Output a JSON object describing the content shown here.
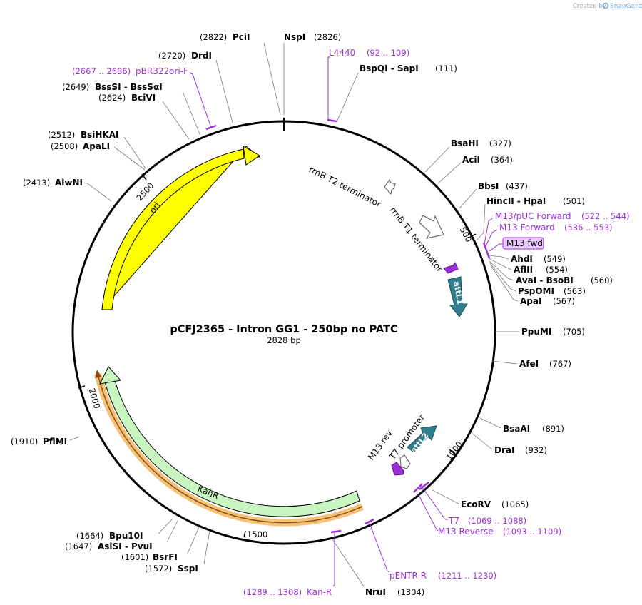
{
  "credit": {
    "prefix": "Created by",
    "brand": "SnapGene"
  },
  "plasmid": {
    "name": "pCFJ2365 - Intron GG1 - 250bp no PATC",
    "size_label": "2828 bp",
    "length": 2828
  },
  "ticks": [
    {
      "pos": 500,
      "label": "500"
    },
    {
      "pos": 1000,
      "label": "1000"
    },
    {
      "pos": 1500,
      "label": "1500"
    },
    {
      "pos": 2000,
      "label": "2000"
    },
    {
      "pos": 2500,
      "label": "2500"
    }
  ],
  "enzymes": [
    {
      "id": "pcii",
      "name": "PciI",
      "pos_label": "(2822)",
      "side": "left",
      "bp": 2822
    },
    {
      "id": "nspi",
      "name": "NspI",
      "pos_label": "(2826)",
      "side": "right",
      "bp": 2826
    },
    {
      "id": "bspqi",
      "name": "BspQI  - SapI",
      "pos_label": "(111)",
      "side": "right",
      "bp": 111
    },
    {
      "id": "bsahi",
      "name": "BsaHI",
      "pos_label": "(327)",
      "side": "right",
      "bp": 327
    },
    {
      "id": "acii",
      "name": "AciI",
      "pos_label": "(364)",
      "side": "right",
      "bp": 364
    },
    {
      "id": "bbsi",
      "name": "BbsI",
      "pos_label": "(437)",
      "side": "right",
      "bp": 437
    },
    {
      "id": "hincii",
      "name": "HincII  - HpaI",
      "pos_label": "(501)",
      "side": "right",
      "bp": 501
    },
    {
      "id": "ahdi",
      "name": "AhdI",
      "pos_label": "(549)",
      "side": "right",
      "bp": 549
    },
    {
      "id": "aflii",
      "name": "AflII",
      "pos_label": "(554)",
      "side": "right",
      "bp": 554
    },
    {
      "id": "avai",
      "name": "AvaI  - BsoBI",
      "pos_label": "(560)",
      "side": "right",
      "bp": 560
    },
    {
      "id": "psp",
      "name": "PspOMI",
      "pos_label": "(563)",
      "side": "right",
      "bp": 563
    },
    {
      "id": "apai",
      "name": "ApaI",
      "pos_label": "(567)",
      "side": "right",
      "bp": 567
    },
    {
      "id": "ppumi",
      "name": "PpuMI",
      "pos_label": "(705)",
      "side": "right",
      "bp": 705
    },
    {
      "id": "afei",
      "name": "AfeI",
      "pos_label": "(767)",
      "side": "right",
      "bp": 767
    },
    {
      "id": "bsaai",
      "name": "BsaAI",
      "pos_label": "(891)",
      "side": "right",
      "bp": 891
    },
    {
      "id": "drai",
      "name": "DraI",
      "pos_label": "(932)",
      "side": "right",
      "bp": 932
    },
    {
      "id": "ecorv",
      "name": "EcoRV",
      "pos_label": "(1065)",
      "side": "right",
      "bp": 1065
    },
    {
      "id": "nrui",
      "name": "NruI",
      "pos_label": "(1304)",
      "side": "right",
      "bp": 1304
    },
    {
      "id": "sspi",
      "name": "SspI",
      "pos_label": "(1572)",
      "side": "left",
      "bp": 1572
    },
    {
      "id": "bsrfi",
      "name": "BsrFI",
      "pos_label": "(1601)",
      "side": "left",
      "bp": 1601
    },
    {
      "id": "asisi",
      "name": "AsiSI  - PvuI",
      "pos_label": "(1647)",
      "side": "left",
      "bp": 1647
    },
    {
      "id": "bpu10i",
      "name": "Bpu10I",
      "pos_label": "(1664)",
      "side": "left",
      "bp": 1664
    },
    {
      "id": "pflmi",
      "name": "PflMI",
      "pos_label": "(1910)",
      "side": "left",
      "bp": 1910
    },
    {
      "id": "alwni",
      "name": "AlwNI",
      "pos_label": "(2413)",
      "side": "left",
      "bp": 2413
    },
    {
      "id": "apali",
      "name": "ApaLI",
      "pos_label": "(2508)",
      "side": "left",
      "bp": 2508
    },
    {
      "id": "bsihkai",
      "name": "BsiHKAI",
      "pos_label": "(2512)",
      "side": "left",
      "bp": 2512
    },
    {
      "id": "bcivi",
      "name": "BciVI",
      "pos_label": "(2624)",
      "side": "left",
      "bp": 2624
    },
    {
      "id": "bsssi",
      "name": "BssSI  - BssSαI",
      "pos_label": "(2649)",
      "side": "left",
      "bp": 2649
    },
    {
      "id": "drdi",
      "name": "DrdI",
      "pos_label": "(2720)",
      "side": "left",
      "bp": 2720
    }
  ],
  "primers": [
    {
      "id": "l4440",
      "name": "L4440",
      "range": "(92 .. 109)",
      "side": "right"
    },
    {
      "id": "pbr322",
      "name": "pBR322ori-F",
      "range": "(2667 .. 2686)",
      "side": "left"
    },
    {
      "id": "m13puc",
      "name": "M13/pUC Forward",
      "range": "(522 .. 544)",
      "side": "right"
    },
    {
      "id": "m13f",
      "name": "M13 Forward",
      "range": "(536 .. 553)",
      "side": "right"
    },
    {
      "id": "t7",
      "name": "T7",
      "range": "(1069 .. 1088)",
      "side": "right"
    },
    {
      "id": "m13r",
      "name": "M13 Reverse",
      "range": "(1093 .. 1109)",
      "side": "right"
    },
    {
      "id": "pentr",
      "name": "pENTR-R",
      "range": "(1211 .. 1230)",
      "side": "right"
    },
    {
      "id": "kanrp",
      "name": "Kan-R",
      "range": "(1289 .. 1308)",
      "side": "left"
    }
  ],
  "features": {
    "m13fwd_box": "M13 fwd",
    "ori": "ori",
    "kanr": "KanR",
    "attl1": "attL1",
    "attl2": "attL2",
    "rrnb_t2": "rrnB T2 terminator",
    "rrnb_t1": "rrnB T1 terminator",
    "m13rev": "M13 rev",
    "t7prom": "T7 promoter"
  },
  "colors": {
    "ori": "#ffff00",
    "kanr": "#c8f5c0",
    "kanr_orf": "#f5c27a",
    "att": "#2f7f8f",
    "primer": "#9b30d9",
    "m13box": "#e8c8ff"
  }
}
